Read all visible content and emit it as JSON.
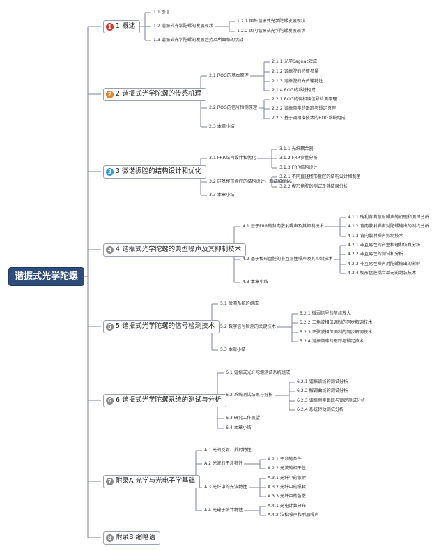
{
  "root": {
    "label": "谐振式光学陀螺"
  },
  "chapters": [
    {
      "num": "1",
      "color": "#d9342b",
      "label": "1 概述",
      "sections": [
        {
          "label": "1.1 引言",
          "children": []
        },
        {
          "label": "1.2 谐振式光学陀螺的发展现状",
          "children": [
            "1.2.1 国外谐振式光学陀螺发展现状",
            "1.2.2 国内谐振式光学陀螺发展现状"
          ]
        },
        {
          "label": "1.3 谐振式光学陀螺的发展趋势及所面临的挑战",
          "children": []
        }
      ]
    },
    {
      "num": "2",
      "color": "#e8832a",
      "label": "2 谐振式光学陀螺的传感机理",
      "sections": [
        {
          "label": "2.1 ROG的基本原理",
          "children": [
            "2.1.1 光学Sagnac效应",
            "2.1.2 谐振腔的特征参量",
            "2.1.3 谐振腔的光传输特性",
            "2.1.4 ROG的系统构成"
          ]
        },
        {
          "label": "2.2 ROG的信号检测原理",
          "children": [
            "2.2.1 ROG的调相谱信号检测原理",
            "2.2.2 谐振频率的跟踪与锁定原理",
            "2.2.3 基于调相谱技术的ROG系统组成"
          ]
        },
        {
          "label": "2.3 本章小结",
          "children": []
        }
      ]
    },
    {
      "num": "3",
      "color": "#2a9ad8",
      "label": "3 微谐振腔的结构设计和优化",
      "sections": [
        {
          "label": "3.1 FRR结构设计和优化",
          "children": [
            "3.1.1 光纤耦合器",
            "3.1.2 FRR参量分析",
            "3.1.3 FRR结构设计"
          ]
        },
        {
          "label": "3.2 硅基楔形盘腔的结构设计、测试和优化",
          "children": [
            "3.2.1 不同直径楔形盘腔的结构设计和制备",
            "3.2.2 楔形盘腔的测试及其结果分析"
          ]
        },
        {
          "label": "3.3 本章小结",
          "children": []
        }
      ]
    },
    {
      "num": "4",
      "color": "#8a8a8a",
      "label": "4 谐振式光学陀螺的典型噪声及其抑制技术",
      "sections": [
        {
          "label": "4.1 基于FRR的背向散射噪声及其抑制技术",
          "children": [
            "4.1.1 瑞利背向散射噪声的机理和测试分析",
            "4.1.2 背向散射噪声对陀螺输出的制约分析",
            "4.1.3 背向散射噪声抑制技术"
          ]
        },
        {
          "label": "4.2 基于楔形盘腔的非互易性噪声及其抑制技术",
          "children": [
            "4.2.1 非互易性的产生机理和仿真分析",
            "4.2.2 非互易性的测试和分析",
            "4.2.3 非互易性噪声对陀螺输出的影响",
            "4.2.4 楔形盘腔耦合单元的封装技术"
          ]
        },
        {
          "label": "4.3 本章小结",
          "children": []
        }
      ]
    },
    {
      "num": "5",
      "color": "#8a8a8a",
      "label": "5 谐振式光学陀螺的信号检测技术",
      "sections": [
        {
          "label": "5.1 检测系统的组成",
          "children": []
        },
        {
          "label": "5.2 数字信号检测的关键技术",
          "children": [
            "5.2.1 微弱信号的前组放大",
            "5.2.2 三角波相位调制的同步解调技术",
            "5.2.3 正弦波相位调制的同步解调技术",
            "5.2.4 谐振频率的跟踪与锁定技术"
          ]
        },
        {
          "label": "5.3 本章小结",
          "children": []
        }
      ]
    },
    {
      "num": "6",
      "color": "#8a8a8a",
      "label": "6 谐振式光学陀螺系统的测试与分析",
      "sections": [
        {
          "label": "6.1 谐振式光纤陀螺测试系统组成",
          "children": []
        },
        {
          "label": "6.2 系统测试结果与分析",
          "children": [
            "6.2.1 谐振谱线的测试分析",
            "6.2.2 解调曲线的测试分析",
            "6.2.3 谐振频率跟踪与锁定测试分析",
            "6.2.4 系统转动测试分析"
          ]
        },
        {
          "label": "6.3 研究工作展望",
          "children": []
        },
        {
          "label": "6.4 本章小结",
          "children": []
        }
      ]
    },
    {
      "num": "7",
      "color": "#8a8a8a",
      "label": "附录A 光学与光电子学基础",
      "sections": [
        {
          "label": "A.1 光的反射、折射特性",
          "children": []
        },
        {
          "label": "A.2 光波的干涉特性",
          "children": [
            "A.2.1 干涉的条件",
            "A.2.2 光波的相干性"
          ]
        },
        {
          "label": "A.3 光纤中的光波特性",
          "children": [
            "A.3.1 光纤中的散射",
            "A.3.2 光纤中的损耗",
            "A.3.3 光纤中的色散"
          ]
        },
        {
          "label": "A.4 光电子统计特性",
          "children": [
            "A.4.1 光电计数分布",
            "A.4.2 泊松噪声和附加噪声"
          ]
        }
      ]
    },
    {
      "num": "8",
      "color": "#8a8a8a",
      "label": "附录B 缩略语",
      "sections": []
    }
  ]
}
